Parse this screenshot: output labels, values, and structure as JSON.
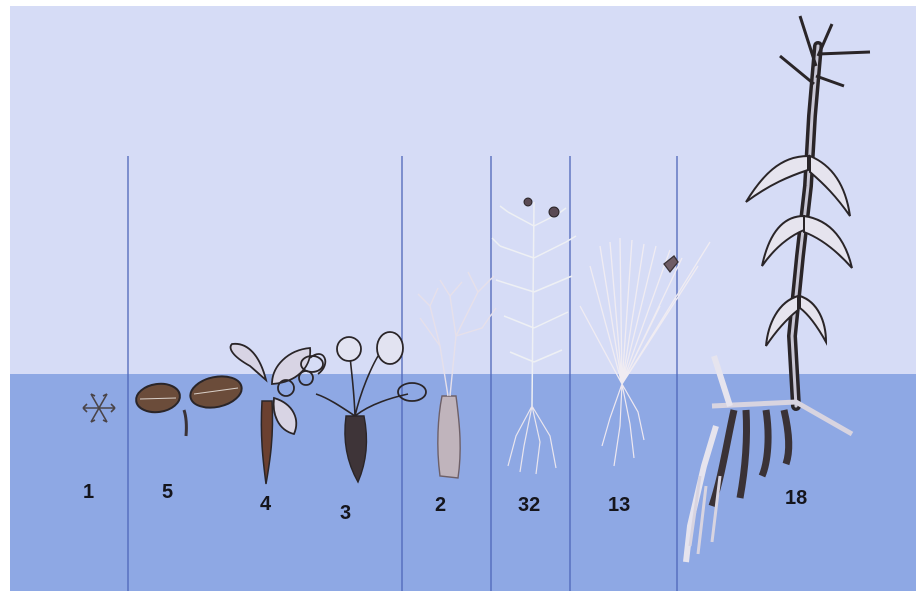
{
  "colors": {
    "sky": "#d6dcf6",
    "water": "#8ea8e4",
    "divider": "#4e66b8",
    "ink": "#2a2528",
    "leaf_fill": "#6b4c3a"
  },
  "labels": [
    "1",
    "5",
    "4",
    "3",
    "2",
    "32",
    "13",
    "18"
  ]
}
